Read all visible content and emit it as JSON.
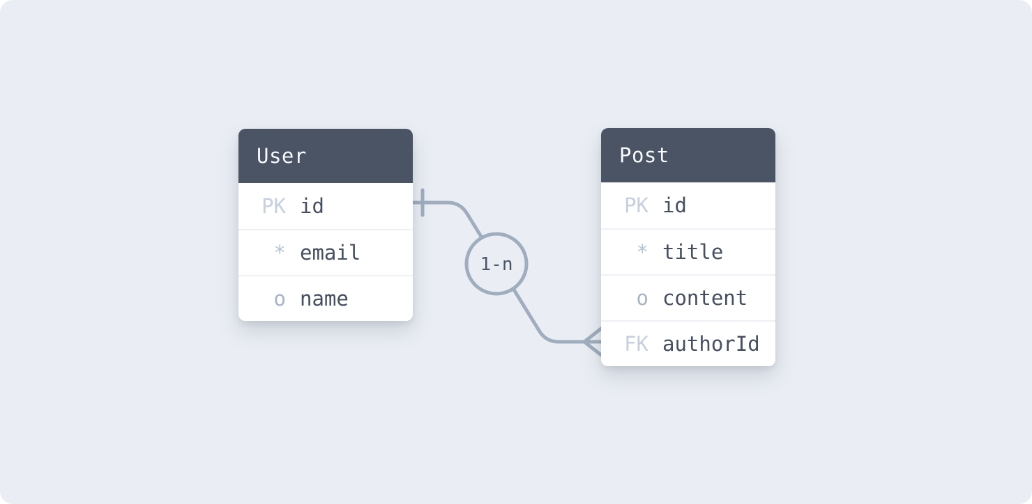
{
  "diagram": {
    "type": "entity-relationship",
    "relationship": {
      "label": "1-n",
      "from": "User.id",
      "to": "Post.authorId",
      "from_cardinality": "one",
      "to_cardinality": "many"
    },
    "tables": {
      "user": {
        "title": "User",
        "fields": [
          {
            "key": "PK",
            "name": "id"
          },
          {
            "key": "*",
            "name": "email"
          },
          {
            "key": "o",
            "name": "name"
          }
        ]
      },
      "post": {
        "title": "Post",
        "fields": [
          {
            "key": "PK",
            "name": "id"
          },
          {
            "key": "*",
            "name": "title"
          },
          {
            "key": "o",
            "name": "content"
          },
          {
            "key": "FK",
            "name": "authorId"
          }
        ]
      }
    },
    "colors": {
      "canvas_background": "#eaeef4",
      "card_background": "#ffffff",
      "header_background": "#4a5464",
      "header_text": "#f7f9fb",
      "field_text": "#454f60",
      "key_pk_fk": "#c6d0de",
      "key_required": "#b6c3d4",
      "key_optional": "#a7b4c5",
      "edge_stroke": "#9fadbe",
      "row_divider": "#edf1f6"
    }
  }
}
